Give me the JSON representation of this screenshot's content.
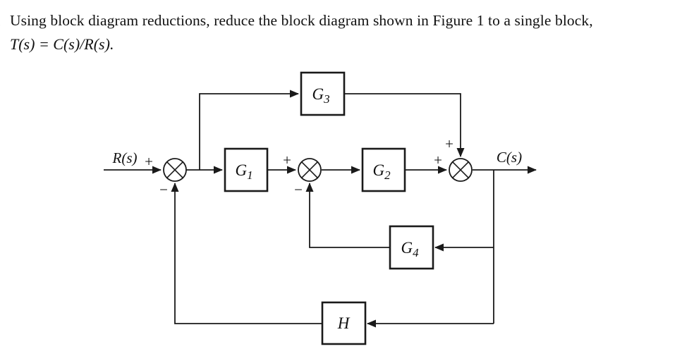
{
  "question": {
    "marker": ".",
    "line1": "Using block diagram reductions, reduce the block diagram shown in Figure 1 to a single block,",
    "line2": "T(s) = C(s)/R(s)."
  },
  "diagram": {
    "input_label": "R(s)",
    "output_label": "C(s)",
    "blocks": [
      {
        "name": "G1",
        "label": "G",
        "sub": "1"
      },
      {
        "name": "G2",
        "label": "G",
        "sub": "2"
      },
      {
        "name": "G3",
        "label": "G",
        "sub": "3"
      },
      {
        "name": "G4",
        "label": "G",
        "sub": "4"
      },
      {
        "name": "H",
        "label": "H",
        "sub": ""
      }
    ],
    "summing_junctions": [
      {
        "name": "sum1",
        "left_sign": "+",
        "bottom_sign": "−"
      },
      {
        "name": "sum2",
        "left_sign": "+",
        "bottom_sign": "−"
      },
      {
        "name": "sum3",
        "left_sign": "+",
        "top_sign": "+"
      }
    ],
    "colors": {
      "line": "#1a1a1a",
      "background": "#ffffff",
      "text": "#111111"
    }
  }
}
